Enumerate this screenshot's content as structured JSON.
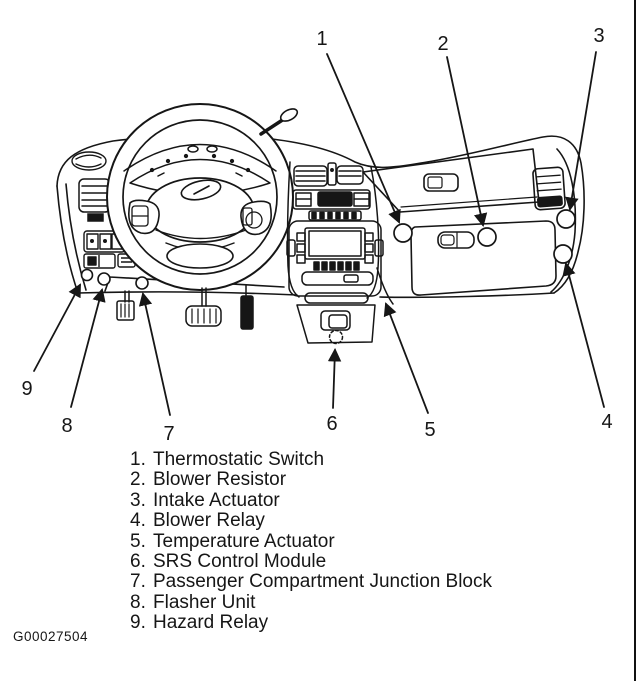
{
  "figure_id": "G00027504",
  "callouts": [
    {
      "number": "1"
    },
    {
      "number": "2"
    },
    {
      "number": "3"
    },
    {
      "number": "4"
    },
    {
      "number": "5"
    },
    {
      "number": "6"
    },
    {
      "number": "7"
    },
    {
      "number": "8"
    },
    {
      "number": "9"
    }
  ],
  "legend": {
    "items": [
      {
        "number": "1.",
        "label": "Thermostatic Switch"
      },
      {
        "number": "2.",
        "label": "Blower Resistor"
      },
      {
        "number": "3.",
        "label": "Intake Actuator"
      },
      {
        "number": "4.",
        "label": "Blower Relay"
      },
      {
        "number": "5.",
        "label": "Temperature Actuator"
      },
      {
        "number": "6.",
        "label": "SRS Control Module"
      },
      {
        "number": "7.",
        "label": "Passenger Compartment Junction Block"
      },
      {
        "number": "8.",
        "label": "Flasher Unit"
      },
      {
        "number": "9.",
        "label": "Hazard Relay"
      }
    ]
  }
}
